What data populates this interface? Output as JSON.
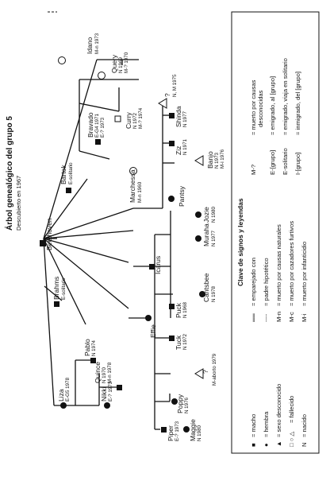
{
  "title": "Árbol genealógico del grupo 5",
  "subtitle": "Descubierto en 1967",
  "root": {
    "name": "Beethoven"
  },
  "family": {
    "brahms": {
      "name": "Brahms",
      "status": "E-solitario"
    },
    "liza": {
      "name": "Liza",
      "info": "E-G5 1978"
    },
    "nikki": {
      "name": "Nikki",
      "info": "E-? 1973"
    },
    "quince": {
      "name": "Quince",
      "info1": "N 1970",
      "info2": "M-n 1978"
    },
    "pablo": {
      "name": "Pablo",
      "info": "N 1974"
    },
    "bartok": {
      "name": "Bartok",
      "status": "E-solitario"
    },
    "bravado": {
      "name": "Bravado",
      "info1": "E-G4 1971",
      "info2": "E-? 1973"
    },
    "curry": {
      "name": "Curry",
      "info1": "N 1972",
      "info2": "M-? 1974"
    },
    "idano": {
      "name": "Idano",
      "info": "M-n 1973"
    },
    "query": {
      "name": "Query",
      "info1": "N 1969",
      "info2": "M-? 1970"
    },
    "marchessa": {
      "name": "Marchessa",
      "info": "M-n 1960"
    },
    "effie": {
      "name": "Effie"
    },
    "piper": {
      "name": "Piper",
      "info": "E-? 1973"
    },
    "maggie": {
      "name": "Maggie",
      "info": "N 1980"
    },
    "poppy": {
      "name": "Poppy",
      "info": "N 1976"
    },
    "unknown_aborted": {
      "name": "?",
      "info": "M-aborto 1979"
    },
    "tuck": {
      "name": "Tuck",
      "info": "N 1972"
    },
    "puck": {
      "name": "Puck",
      "info": "N 1968"
    },
    "icarus": {
      "name": "Icarus"
    },
    "cantsbee": {
      "name": "Cantsbee",
      "info": "N 1978"
    },
    "muraha": {
      "name": "Muraha",
      "info": "N 1977"
    },
    "jozie": {
      "name": "Jozie",
      "info": "N 1980"
    },
    "pantsy": {
      "name": "Pantsy"
    },
    "banjo": {
      "name": "Banjo",
      "info1": "N 1973",
      "info2": "M-i 1976"
    },
    "ziz": {
      "name": "Ziz",
      "info": "N 1971"
    },
    "shinda": {
      "name": "Shinda",
      "info": "N 1977"
    },
    "unknown_end": {
      "name": "?",
      "info": "N, M 1975"
    }
  },
  "legend": {
    "title": "Clave de signos y leyendas",
    "symbols": [
      {
        "symbol": "■",
        "text": "= macho"
      },
      {
        "symbol": "●",
        "text": "= hembra"
      },
      {
        "symbol": "▲",
        "text": "= sexo desconocido"
      },
      {
        "symbol": "□ ○ △",
        "text": "= fallecido"
      },
      {
        "symbol": "N",
        "text": "= nacido"
      }
    ],
    "lines": [
      {
        "symbol": "══",
        "text": "= emparejado con"
      },
      {
        "symbol": "----",
        "text": "= padre hipotético"
      }
    ],
    "codes": [
      {
        "code": "M-n",
        "text": "= muerto por causas naturales"
      },
      {
        "code": "M-c",
        "text": "= muerto por cazadores furtivos"
      },
      {
        "code": "M-i",
        "text": "= muerto por infanticidio"
      }
    ],
    "codes2": [
      {
        "code": "M-?",
        "text": "= muerto por causas",
        "text2": "desconocidas"
      },
      {
        "code": "E-[grupo]",
        "text": "= emigrado, al [grupo]"
      },
      {
        "code": "E-solitario",
        "text": "= emigrado, viaja en solitario"
      },
      {
        "code": "I-[grupo]",
        "text": "= inmigrado, del [grupo]"
      }
    ]
  }
}
